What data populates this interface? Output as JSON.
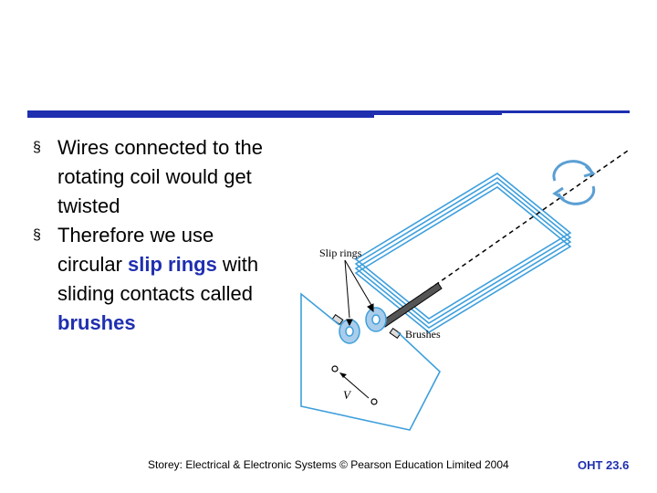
{
  "bullets": [
    {
      "parts": [
        {
          "text": "Wires connected to the rotating coil would get twisted",
          "highlight": false
        }
      ]
    },
    {
      "parts": [
        {
          "text": "Therefore we use circular ",
          "highlight": false
        },
        {
          "text": "slip rings",
          "highlight": true
        },
        {
          "text": " with sliding contacts called ",
          "highlight": false
        },
        {
          "text": "brushes",
          "highlight": true
        }
      ]
    }
  ],
  "bullet_marker": "§",
  "diagram": {
    "label_slip_rings": "Slip rings",
    "label_brushes": "Brushes",
    "label_voltage": "V"
  },
  "footer": {
    "source": "Storey: Electrical & Electronic Systems © Pearson Education Limited 2004",
    "slide_number": "OHT 23.6"
  },
  "colors": {
    "accent": "#1f2fb0",
    "coil": "#3d9fdc",
    "ring_fill": "#a9cdea"
  }
}
